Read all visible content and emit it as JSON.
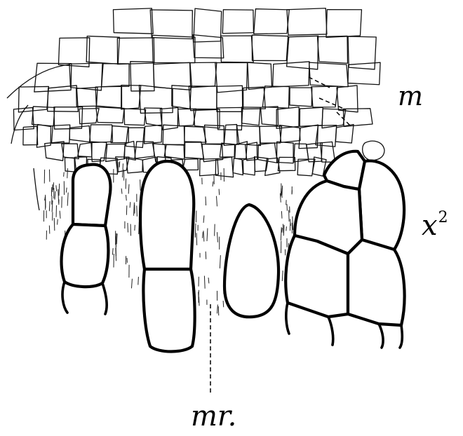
{
  "labels": {
    "m": "m",
    "x_base": "x",
    "x_sup": "2",
    "mr": "mr."
  }
}
